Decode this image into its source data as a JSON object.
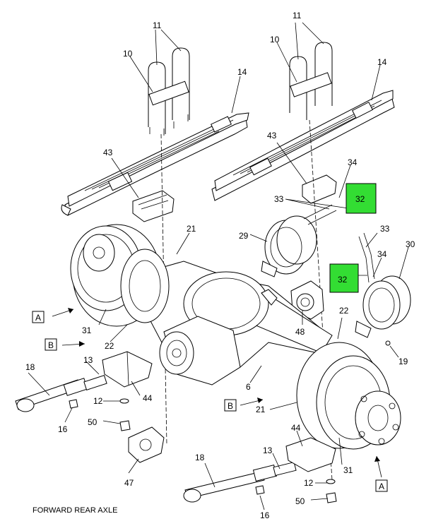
{
  "caption": "FORWARD REAR AXLE",
  "highlight_color": "#33dd33",
  "callouts": {
    "c11a": "11",
    "c10a": "10",
    "c14a": "14",
    "c43a": "43",
    "c21a": "21",
    "c31a": "31",
    "c22a": "22",
    "c18a": "18",
    "c13a": "13",
    "c44a": "44",
    "c12a": "12",
    "c16a": "16",
    "c50a": "50",
    "c47": "47",
    "c11b": "11",
    "c10b": "10",
    "c14b": "14",
    "c43b": "43",
    "c34a": "34",
    "c33a": "33",
    "c32a": "32",
    "c29": "29",
    "c33b": "33",
    "c34b": "34",
    "c30": "30",
    "c32b": "32",
    "c22b": "22",
    "c48": "48",
    "c19": "19",
    "c6": "6",
    "c21b": "21",
    "c31b": "31",
    "c44b": "44",
    "c13b": "13",
    "c18b": "18",
    "c12b": "12",
    "c16b": "16",
    "c50b": "50"
  },
  "view_markers": {
    "a1": "A",
    "a2": "A",
    "b1": "B",
    "b2": "B"
  }
}
